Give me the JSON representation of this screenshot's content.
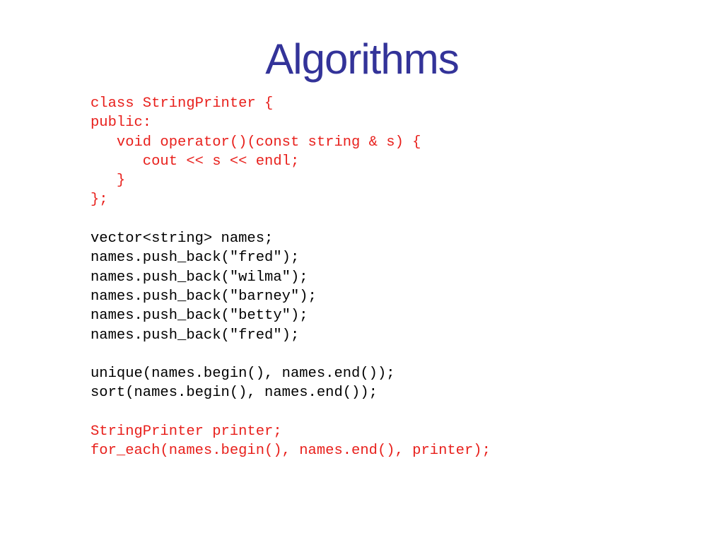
{
  "slide": {
    "title": "Algorithms",
    "colors": {
      "title": "#333399",
      "highlight": "#e8201c",
      "normal": "#000000"
    },
    "code_lines": [
      {
        "text": "class StringPrinter {",
        "highlight": true
      },
      {
        "text": "public:",
        "highlight": true
      },
      {
        "text": "   void operator()(const string & s) {",
        "highlight": true
      },
      {
        "text": "      cout << s << endl;",
        "highlight": true
      },
      {
        "text": "   }",
        "highlight": true
      },
      {
        "text": "};",
        "highlight": true
      },
      {
        "text": "",
        "highlight": false
      },
      {
        "text": "vector<string> names;",
        "highlight": false
      },
      {
        "text": "names.push_back(\"fred\");",
        "highlight": false
      },
      {
        "text": "names.push_back(\"wilma\");",
        "highlight": false
      },
      {
        "text": "names.push_back(\"barney\");",
        "highlight": false
      },
      {
        "text": "names.push_back(\"betty\");",
        "highlight": false
      },
      {
        "text": "names.push_back(\"fred\");",
        "highlight": false
      },
      {
        "text": "",
        "highlight": false
      },
      {
        "text": "unique(names.begin(), names.end());",
        "highlight": false
      },
      {
        "text": "sort(names.begin(), names.end());",
        "highlight": false
      },
      {
        "text": "",
        "highlight": false
      },
      {
        "text": "StringPrinter printer;",
        "highlight": true
      },
      {
        "text": "for_each(names.begin(), names.end(), printer);",
        "highlight": true
      }
    ]
  }
}
